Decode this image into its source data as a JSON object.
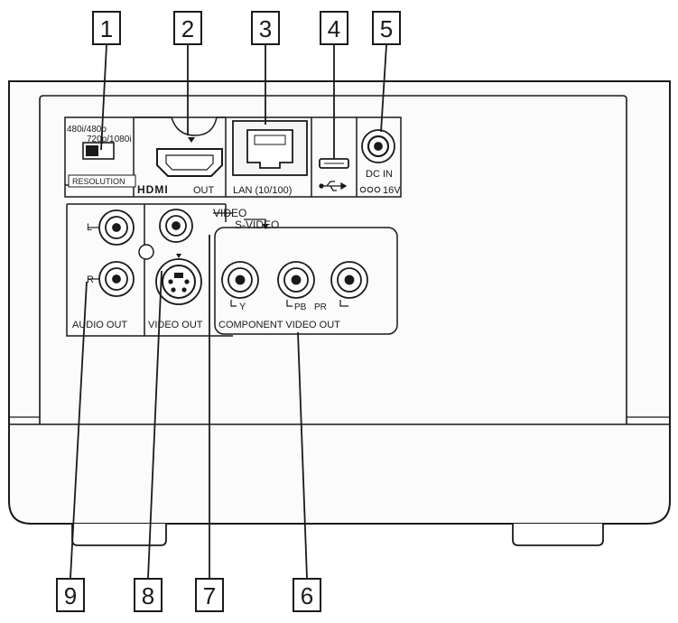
{
  "callouts": {
    "top": [
      "1",
      "2",
      "3",
      "4",
      "5"
    ],
    "bottom": [
      "9",
      "8",
      "7",
      "6"
    ]
  },
  "labels": {
    "res_480": "480i/480p",
    "res_720": "720p/1080i",
    "resolution": "RESOLUTION",
    "hdmi_logo": "HDMI",
    "hdmi_out": "OUT",
    "lan": "LAN (10/100)",
    "dc_in": "DC IN",
    "dc_volt": "16V",
    "audio_l": "L",
    "audio_r": "R",
    "video": "VIDEO",
    "s_video": "S-VIDEO",
    "y": "Y",
    "pb": "PB",
    "pr": "PR",
    "audio_out": "AUDIO OUT",
    "video_out": "VIDEO OUT",
    "component_video_out": "COMPONENT VIDEO OUT"
  }
}
